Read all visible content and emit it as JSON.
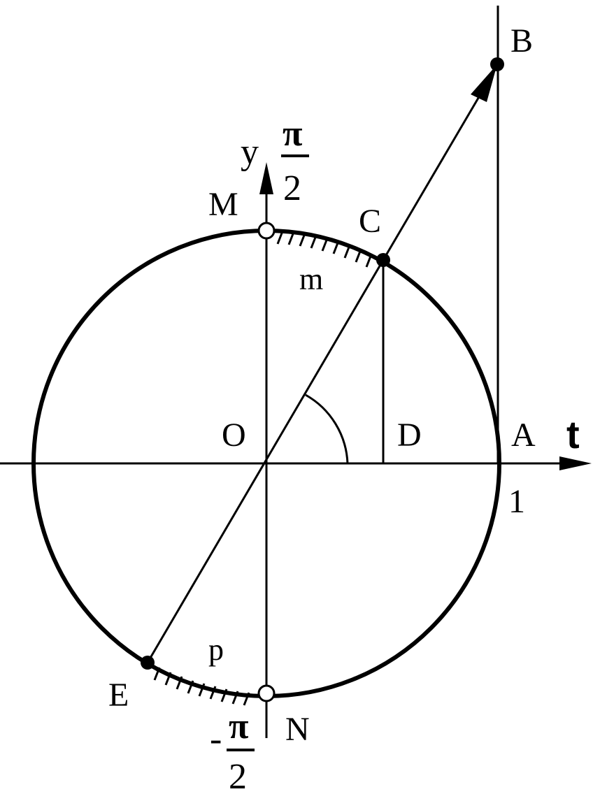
{
  "points": {
    "A": "A",
    "B": "B",
    "C": "C",
    "D": "D",
    "E": "E",
    "M": "M",
    "N": "N",
    "O": "O"
  },
  "axes": {
    "t": "t",
    "y": "y"
  },
  "arcs": {
    "m": "m",
    "p": "p"
  },
  "ticks": {
    "unit": "1",
    "pi": "π",
    "two": "2",
    "minus": "-"
  },
  "colors": {
    "ink": "#000000",
    "background": "#ffffff"
  }
}
